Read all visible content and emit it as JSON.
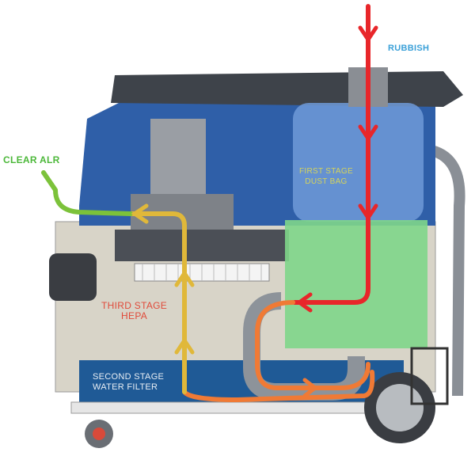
{
  "labels": {
    "rubbish": "RUBBISH",
    "clear_air": "CLEAR ALR",
    "first_stage_1": "FIRST STAGE",
    "first_stage_2": "DUST BAG",
    "third_stage_1": "THIRD STAGE",
    "third_stage_2": "HEPA",
    "second_stage_1": "SECOND STAGE",
    "second_stage_2": "WATER FILTER"
  },
  "colors": {
    "rubbish_flow": "#e8262a",
    "water_flow": "#f07a35",
    "hepa_flow": "#e0b83a",
    "clear_air_flow": "#7cc23a",
    "body_blue": "#2f5fa8",
    "water_blue": "#1f5a96"
  }
}
